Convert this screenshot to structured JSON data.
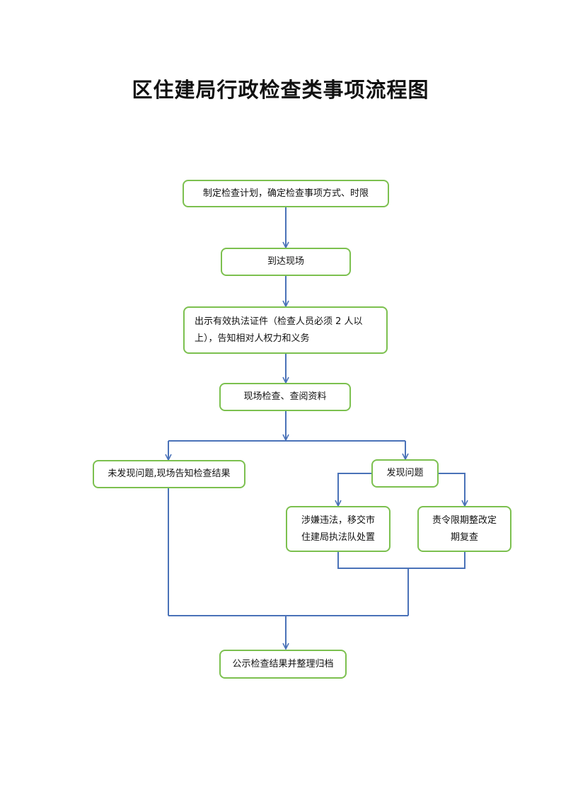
{
  "title": "区住建局行政检查类事项流程图",
  "nodes": {
    "plan": "制定检查计划，确定检查事项方式、时限",
    "arrive": "到达现场",
    "show_cert": "出示有效执法证件（检查人员必须 2 人以上），告知相对人权力和义务",
    "inspect": "现场检查、查阅资料",
    "no_issue": "未发现问题,现场告知检查结果",
    "issue_found": "发现问题",
    "transfer": "涉嫌违法，移交市住建局执法队处置",
    "rectify": "责令限期整改定期复查",
    "publish": "公示检查结果并整理归档"
  },
  "colors": {
    "box_border": "#7cc04f",
    "connector": "#4a72b8"
  }
}
